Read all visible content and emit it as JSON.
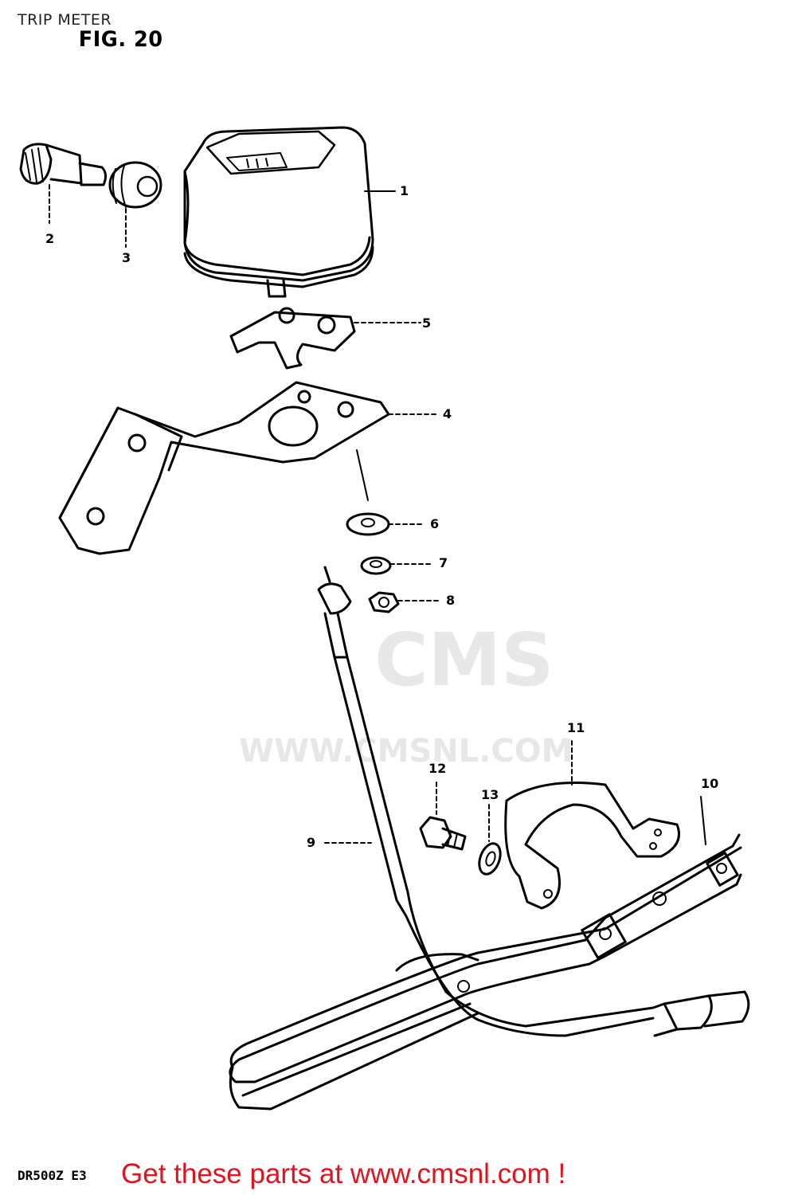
{
  "page": {
    "title": "TRIP METER",
    "figure": "FIG. 20",
    "model_code": "DR500Z E3"
  },
  "watermark": {
    "brand": "CMS",
    "url": "WWW.CMSNL.COM"
  },
  "callouts": [
    {
      "id": "1",
      "label": "1"
    },
    {
      "id": "2",
      "label": "2"
    },
    {
      "id": "3",
      "label": "3"
    },
    {
      "id": "4",
      "label": "4"
    },
    {
      "id": "5",
      "label": "5"
    },
    {
      "id": "6",
      "label": "6"
    },
    {
      "id": "7",
      "label": "7"
    },
    {
      "id": "8",
      "label": "8"
    },
    {
      "id": "9",
      "label": "9"
    },
    {
      "id": "10",
      "label": "10"
    },
    {
      "id": "11",
      "label": "11"
    },
    {
      "id": "12",
      "label": "12"
    },
    {
      "id": "13",
      "label": "13"
    }
  ],
  "footer": {
    "promo_text": "Get these parts at www.cmsnl.com !",
    "promo_color": "#e2131c"
  }
}
